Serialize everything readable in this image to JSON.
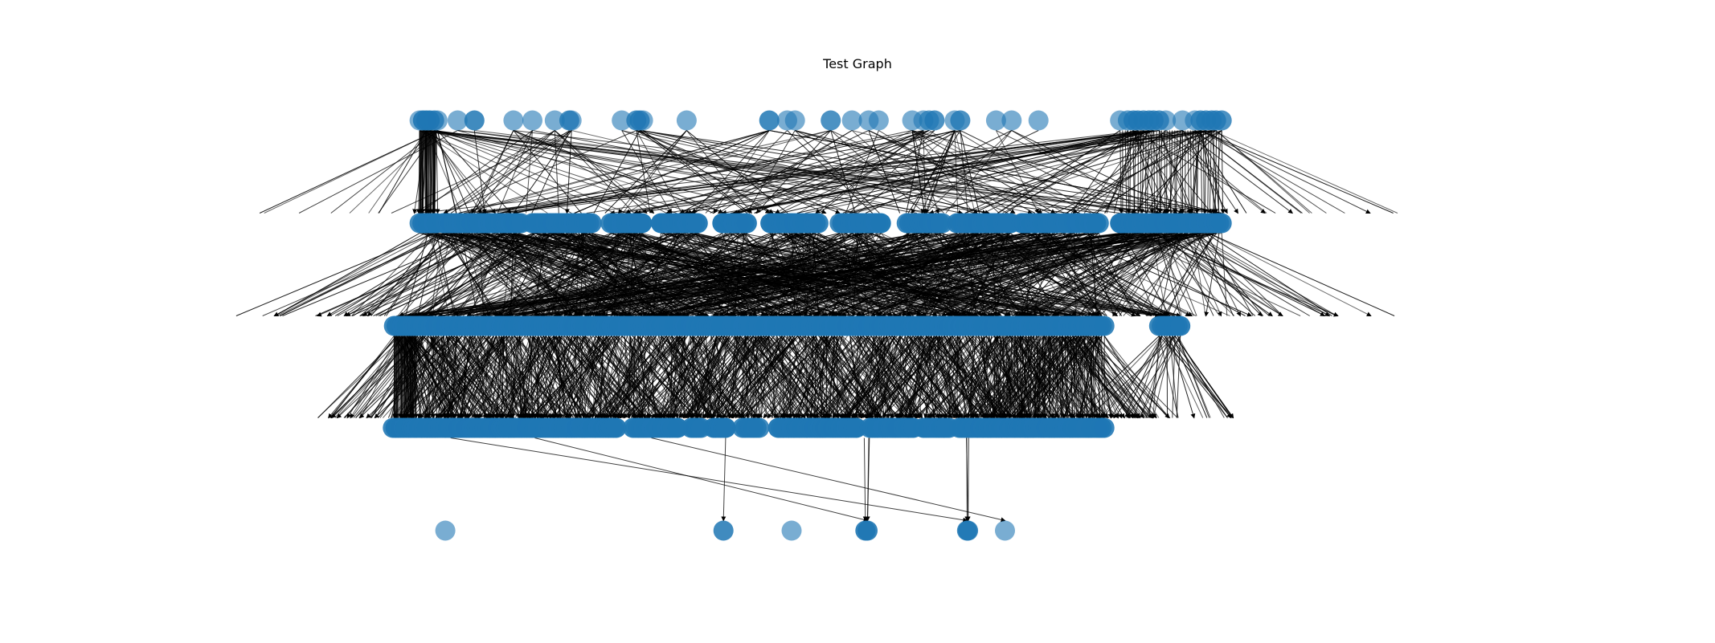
{
  "title": "Test Graph",
  "colors": {
    "node": "#1f77b4",
    "edge": "#000000",
    "background": "#ffffff"
  },
  "graph": {
    "layout": "layered",
    "directed": true,
    "layers": [
      {
        "nodes": [
          {
            "x": 0.085,
            "a": 0.6
          },
          {
            "x": 0.088,
            "a": 0.9
          },
          {
            "x": 0.091,
            "a": 0.9
          },
          {
            "x": 0.094,
            "a": 0.9
          },
          {
            "x": 0.098,
            "a": 0.8
          },
          {
            "x": 0.101,
            "a": 0.6
          },
          {
            "x": 0.119,
            "a": 0.6
          },
          {
            "x": 0.134,
            "a": 0.85
          },
          {
            "x": 0.169,
            "a": 0.6
          },
          {
            "x": 0.186,
            "a": 0.6
          },
          {
            "x": 0.206,
            "a": 0.6
          },
          {
            "x": 0.219,
            "a": 0.8
          },
          {
            "x": 0.221,
            "a": 0.6
          },
          {
            "x": 0.266,
            "a": 0.6
          },
          {
            "x": 0.279,
            "a": 0.8
          },
          {
            "x": 0.282,
            "a": 0.8
          },
          {
            "x": 0.285,
            "a": 0.6
          },
          {
            "x": 0.324,
            "a": 0.6
          },
          {
            "x": 0.398,
            "a": 0.85
          },
          {
            "x": 0.414,
            "a": 0.6
          },
          {
            "x": 0.421,
            "a": 0.6
          },
          {
            "x": 0.453,
            "a": 0.8
          },
          {
            "x": 0.472,
            "a": 0.6
          },
          {
            "x": 0.487,
            "a": 0.6
          },
          {
            "x": 0.496,
            "a": 0.6
          },
          {
            "x": 0.526,
            "a": 0.6
          },
          {
            "x": 0.536,
            "a": 0.6
          },
          {
            "x": 0.541,
            "a": 0.7
          },
          {
            "x": 0.546,
            "a": 0.8
          },
          {
            "x": 0.564,
            "a": 0.6
          },
          {
            "x": 0.569,
            "a": 0.8
          },
          {
            "x": 0.601,
            "a": 0.6
          },
          {
            "x": 0.615,
            "a": 0.6
          },
          {
            "x": 0.639,
            "a": 0.6
          },
          {
            "x": 0.712,
            "a": 0.6
          },
          {
            "x": 0.719,
            "a": 0.7
          },
          {
            "x": 0.724,
            "a": 0.8
          },
          {
            "x": 0.728,
            "a": 0.8
          },
          {
            "x": 0.733,
            "a": 0.8
          },
          {
            "x": 0.738,
            "a": 0.8
          },
          {
            "x": 0.742,
            "a": 0.8
          },
          {
            "x": 0.747,
            "a": 0.8
          },
          {
            "x": 0.753,
            "a": 0.6
          },
          {
            "x": 0.768,
            "a": 0.6
          },
          {
            "x": 0.779,
            "a": 0.6
          },
          {
            "x": 0.784,
            "a": 0.8
          },
          {
            "x": 0.789,
            "a": 0.8
          },
          {
            "x": 0.794,
            "a": 0.8
          },
          {
            "x": 0.798,
            "a": 0.8
          },
          {
            "x": 0.803,
            "a": 0.8
          }
        ]
      },
      {
        "segments": [
          [
            0.085,
            0.1
          ],
          [
            0.106,
            0.176
          ],
          [
            0.186,
            0.239
          ],
          [
            0.256,
            0.284
          ],
          [
            0.301,
            0.334
          ],
          [
            0.356,
            0.378
          ],
          [
            0.399,
            0.442
          ],
          [
            0.461,
            0.498
          ],
          [
            0.521,
            0.553
          ],
          [
            0.566,
            0.614
          ],
          [
            0.624,
            0.656
          ],
          [
            0.661,
            0.676
          ],
          [
            0.681,
            0.693
          ],
          [
            0.712,
            0.803
          ]
        ]
      },
      {
        "segments": [
          [
            0.062,
            0.698
          ],
          [
            0.747,
            0.766
          ]
        ]
      },
      {
        "segments": [
          [
            0.061,
            0.261
          ],
          [
            0.276,
            0.316
          ],
          [
            0.328,
            0.337
          ],
          [
            0.348,
            0.359
          ],
          [
            0.374,
            0.389
          ],
          [
            0.406,
            0.476
          ],
          [
            0.488,
            0.527
          ],
          [
            0.536,
            0.559
          ],
          [
            0.568,
            0.698
          ]
        ]
      },
      {
        "nodes": [
          {
            "x": 0.108,
            "a": 0.6
          },
          {
            "x": 0.357,
            "a": 0.85
          },
          {
            "x": 0.418,
            "a": 0.6
          },
          {
            "x": 0.484,
            "a": 0.9
          },
          {
            "x": 0.486,
            "a": 0.9
          },
          {
            "x": 0.575,
            "a": 0.85
          },
          {
            "x": 0.576,
            "a": 0.85
          },
          {
            "x": 0.609,
            "a": 0.6
          }
        ]
      }
    ]
  }
}
